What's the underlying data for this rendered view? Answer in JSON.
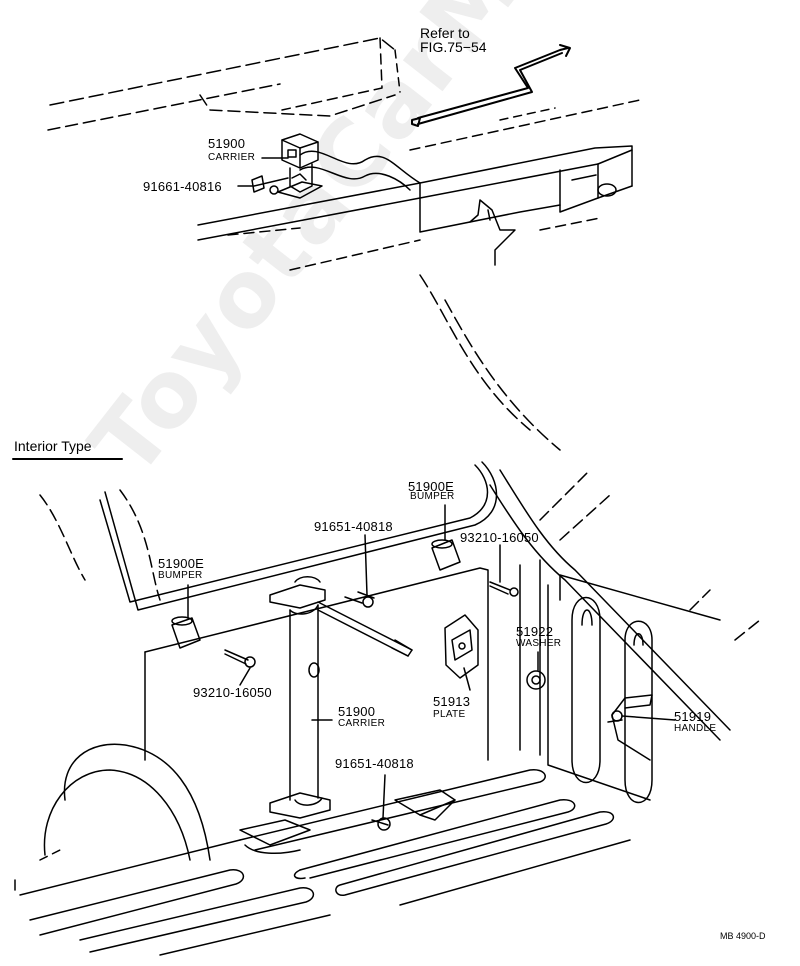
{
  "upper_diagram": {
    "reference": {
      "line1": "Refer to",
      "line2": "FIG.75−54"
    },
    "carrier": {
      "number": "51900",
      "name": "CARRIER"
    },
    "bolt": {
      "number": "91661-40816"
    }
  },
  "section_title": "Interior Type",
  "lower_diagram": {
    "bumper_left": {
      "number": "51900E",
      "name": "BUMPER"
    },
    "bumper_top": {
      "number": "51900E",
      "name": "BUMPER"
    },
    "bolt_upper": {
      "number": "91651-40818"
    },
    "bolt_right": {
      "number": "93210-16050"
    },
    "bolt_left": {
      "number": "93210-16050"
    },
    "washer": {
      "number": "51922",
      "name": "WASHER"
    },
    "plate": {
      "number": "51913",
      "name": "PLATE"
    },
    "carrier": {
      "number": "51900",
      "name": "CARRIER"
    },
    "handle": {
      "number": "51919",
      "name": "HANDLE"
    },
    "bolt_lower": {
      "number": "91651-40818"
    }
  },
  "diagram_code": "MB 4900-D",
  "watermark": "ToyotaCarMine.ru"
}
